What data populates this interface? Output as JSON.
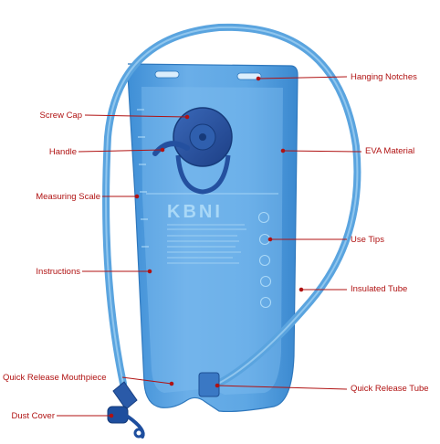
{
  "image": {
    "subject": "hydration bladder",
    "colors": {
      "bag": "#4f9ede",
      "bag_light": "#86c0ef",
      "tube": "#5aa4df",
      "cap": "#24509f",
      "label": "#b01212"
    }
  },
  "product_print": {
    "brand": "KBNI"
  },
  "labels": {
    "hanging_notches": "Hanging Notches",
    "screw_cap": "Screw Cap",
    "handle": "Handle",
    "eva_material": "EVA Material",
    "measuring_scale": "Measuring Scale",
    "use_tips": "Use Tips",
    "instructions": "Instructions",
    "insulated_tube": "Insulated Tube",
    "quick_release_mouthpiece": "Quick Release Mouthpiece",
    "quick_release_tube": "Quick Release Tube",
    "dust_cover": "Dust Cover"
  }
}
